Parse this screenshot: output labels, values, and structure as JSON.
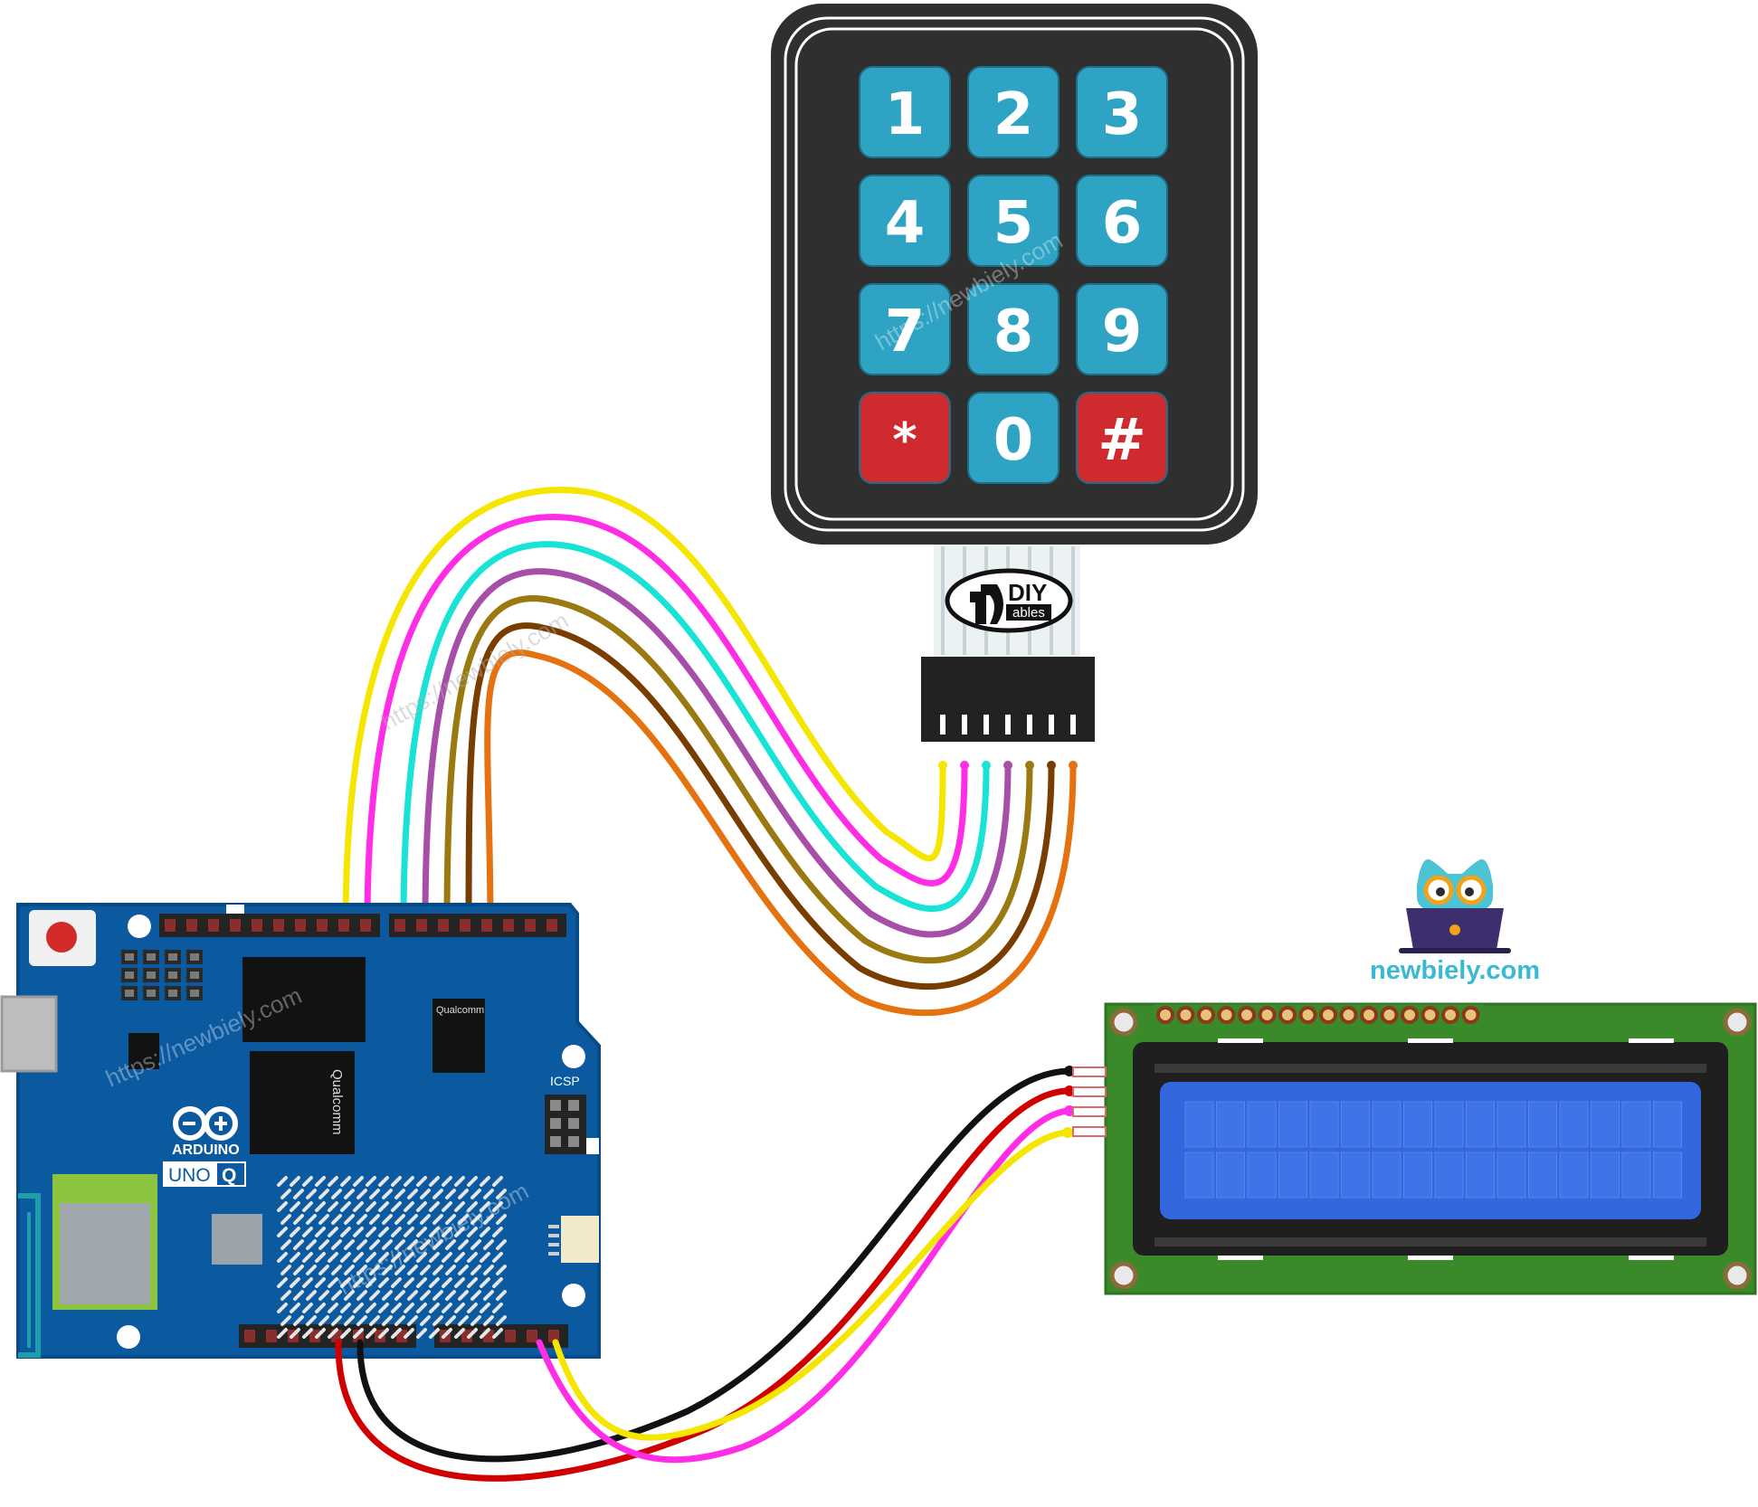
{
  "keypad": {
    "keys": [
      {
        "label": "1",
        "color": "#2ea3c4"
      },
      {
        "label": "2",
        "color": "#2ea3c4"
      },
      {
        "label": "3",
        "color": "#2ea3c4"
      },
      {
        "label": "4",
        "color": "#2ea3c4"
      },
      {
        "label": "5",
        "color": "#2ea3c4"
      },
      {
        "label": "6",
        "color": "#2ea3c4"
      },
      {
        "label": "7",
        "color": "#2ea3c4"
      },
      {
        "label": "8",
        "color": "#2ea3c4"
      },
      {
        "label": "9",
        "color": "#2ea3c4"
      },
      {
        "label": "*",
        "color": "#cf2b2e"
      },
      {
        "label": "0",
        "color": "#2ea3c4"
      },
      {
        "label": "#",
        "color": "#cf2b2e"
      }
    ],
    "body_color": "#2f2f2f",
    "logo": {
      "brand_top": "DIY",
      "brand_bottom": "ables"
    }
  },
  "keypad_wires": [
    "#f5e600",
    "#ff2ee6",
    "#19e3d6",
    "#a64ea8",
    "#9a7a10",
    "#7a3d00",
    "#e5720e"
  ],
  "lcd_wires": [
    "#111111",
    "#d10000",
    "#f5e600",
    "#ff2ee6"
  ],
  "board": {
    "color": "#0b5aa0",
    "brand": "ARDUINO",
    "model": "UNO",
    "model_badge": "Q",
    "chip_label_1": "Qualcomm",
    "chip_label_2": "Qualcomm",
    "icsp_label": "ICSP"
  },
  "lcd": {
    "pcb_color": "#3b8a2a",
    "screen_color": "#3367e0"
  },
  "branding": {
    "site": "newbiely.com",
    "watermark": "https://newbiely.com"
  }
}
